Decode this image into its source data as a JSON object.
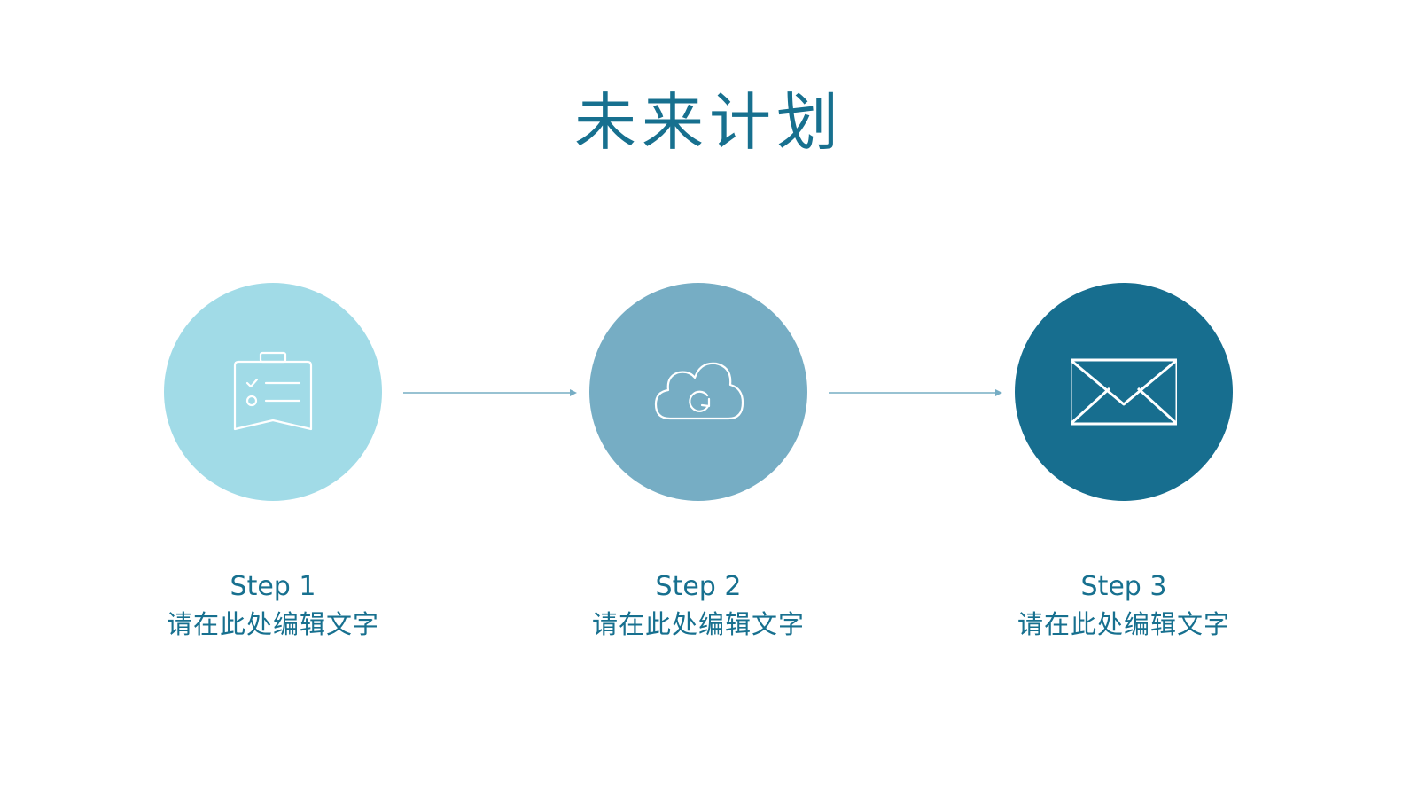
{
  "title": "未来计划",
  "colors": {
    "title": "#17708f",
    "step1": "#a1dbe7",
    "step2": "#76adc4",
    "step3": "#176e8f",
    "connector": "#76adc4",
    "icon": "#ffffff"
  },
  "steps": [
    {
      "label": "Step 1",
      "description": "请在此处编辑文字",
      "icon": "checklist-board-icon"
    },
    {
      "label": "Step 2",
      "description": "请在此处编辑文字",
      "icon": "cloud-sync-icon"
    },
    {
      "label": "Step 3",
      "description": "请在此处编辑文字",
      "icon": "envelope-icon"
    }
  ]
}
